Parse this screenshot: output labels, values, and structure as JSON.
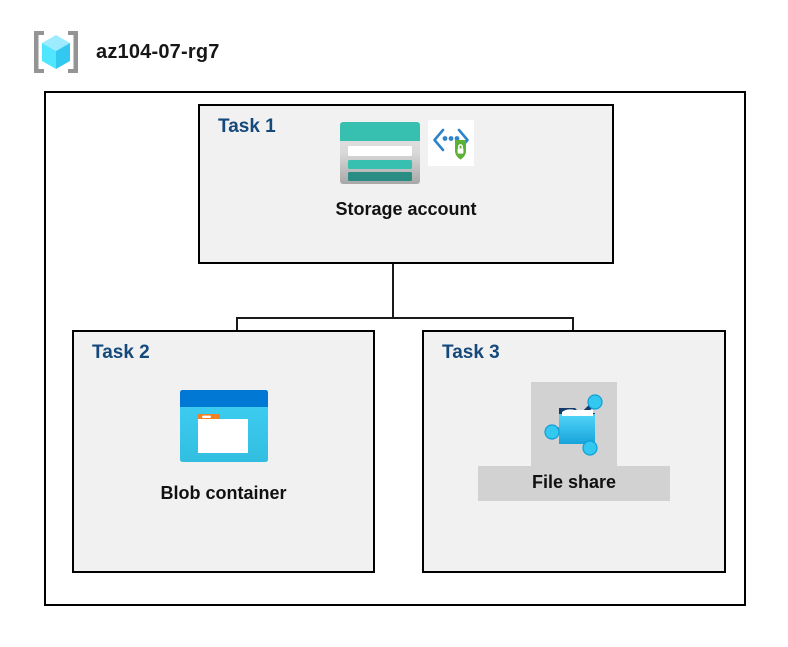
{
  "resource_group": {
    "icon": "azure-resource-group-icon",
    "name": "az104-07-rg7"
  },
  "container": {
    "name": "resource-group-container"
  },
  "tasks": [
    {
      "id": "task-1",
      "label": "Task 1",
      "node": {
        "caption": "Storage account",
        "icons": [
          "azure-storage-account-icon",
          "private-link-shield-icon"
        ]
      }
    },
    {
      "id": "task-2",
      "label": "Task 2",
      "node": {
        "caption": "Blob container",
        "icons": [
          "azure-blob-container-icon"
        ]
      }
    },
    {
      "id": "task-3",
      "label": "Task 3",
      "node": {
        "caption": "File share",
        "icons": [
          "azure-file-share-icon"
        ]
      }
    }
  ],
  "connectors": [
    {
      "name": "storage-to-branch-trunk",
      "from": "task-1",
      "to": "branch-bar"
    },
    {
      "name": "branch-bar",
      "from": "branch-bar",
      "to": "branch-bar"
    },
    {
      "name": "branch-to-blob-container",
      "from": "branch-bar",
      "to": "task-2"
    },
    {
      "name": "branch-to-file-share",
      "from": "branch-bar",
      "to": "task-3"
    }
  ],
  "colors": {
    "task_label": "#15497B",
    "task_box_fill": "#F1F1F1",
    "border": "#000000",
    "storage_teal": "#37BFB0",
    "storage_teal_dark": "#2A8C82",
    "blob_blue": "#0078D4",
    "blob_cyan": "#32C8F0",
    "blob_orange": "#F08223",
    "fileshare_cyan": "#32BEEB",
    "fileshare_navy": "#123A6B",
    "shield_green": "#5DB036",
    "backdrop_gray": "#D2D2D2",
    "rg_cube_cyan": "#50E6FF",
    "rg_bracket_gray": "#949494"
  }
}
